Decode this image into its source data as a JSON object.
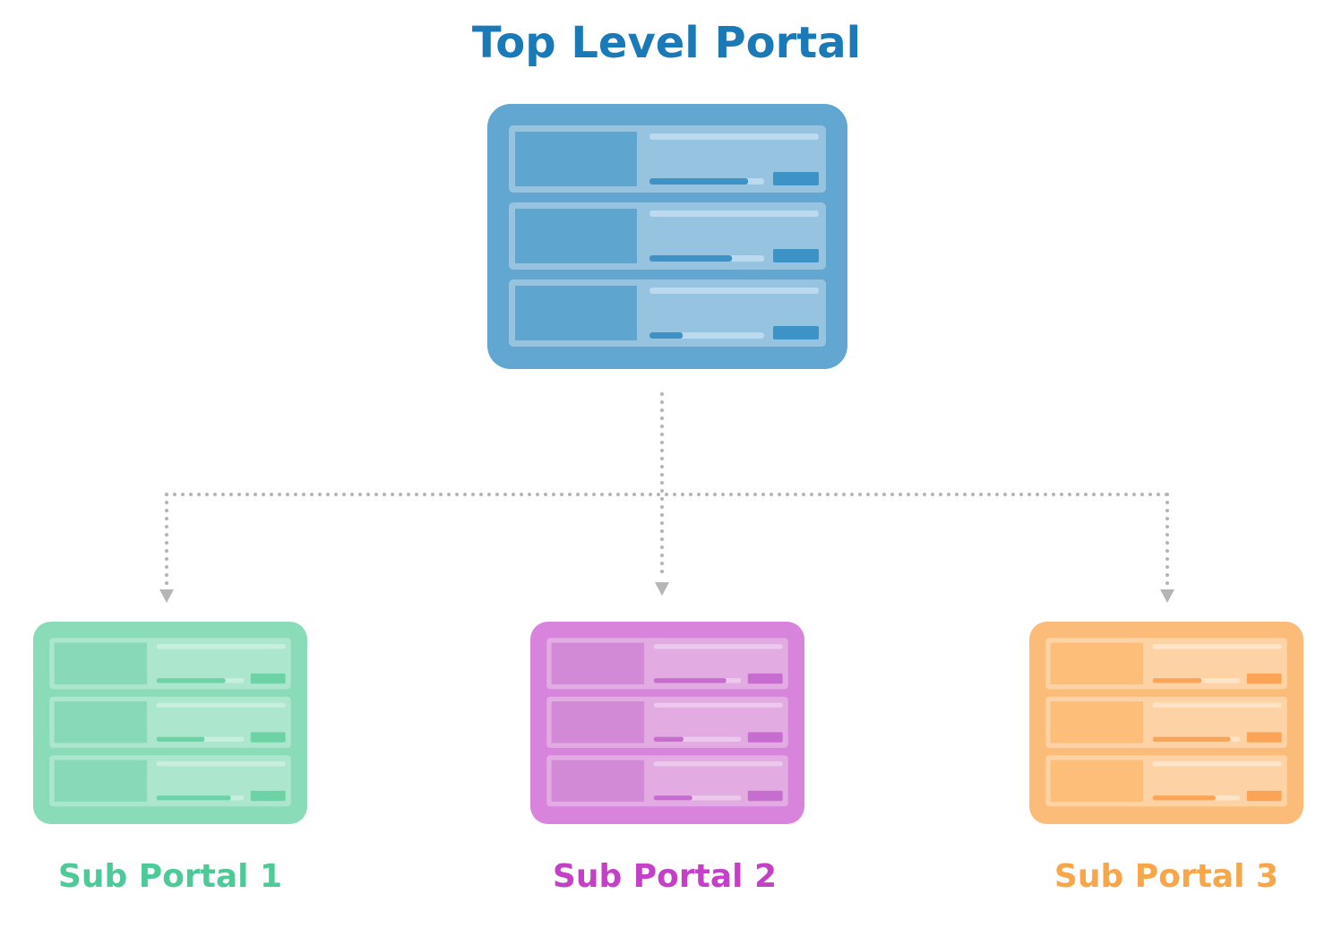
{
  "top_portal": {
    "title": "Top Level Portal",
    "color": "#1a7ab8",
    "outer": "#62a7d1",
    "row": "#95c3e0",
    "block": "#5ea5cf",
    "accent": "#3d93c6",
    "line": "#bcd9ee",
    "rows": [
      {
        "progress": 0.86
      },
      {
        "progress": 0.72
      },
      {
        "progress": 0.29
      }
    ]
  },
  "sub_portals": [
    {
      "title": "Sub Portal 1",
      "color": "#4dca97",
      "outer": "#8adbb8",
      "row": "#ace6cd",
      "block": "#88d9b7",
      "accent": "#6dd3a6",
      "line": "#c8efdd",
      "rows": [
        {
          "progress": 0.79
        },
        {
          "progress": 0.55
        },
        {
          "progress": 0.85
        }
      ]
    },
    {
      "title": "Sub Portal 2",
      "color": "#c440c7",
      "outer": "#d883dc",
      "row": "#e2ace2",
      "block": "#d28ad7",
      "accent": "#c86dd0",
      "line": "#ecc9ec",
      "rows": [
        {
          "progress": 0.83
        },
        {
          "progress": 0.34
        },
        {
          "progress": 0.44
        }
      ]
    },
    {
      "title": "Sub Portal 3",
      "color": "#f8a64a",
      "outer": "#fbbb79",
      "row": "#fdd3a6",
      "block": "#fdbe7a",
      "accent": "#fba458",
      "line": "#fee4c8",
      "rows": [
        {
          "progress": 0.56
        },
        {
          "progress": 0.89
        },
        {
          "progress": 0.72
        }
      ]
    }
  ],
  "connector": {
    "color": "#b5b5b5"
  }
}
